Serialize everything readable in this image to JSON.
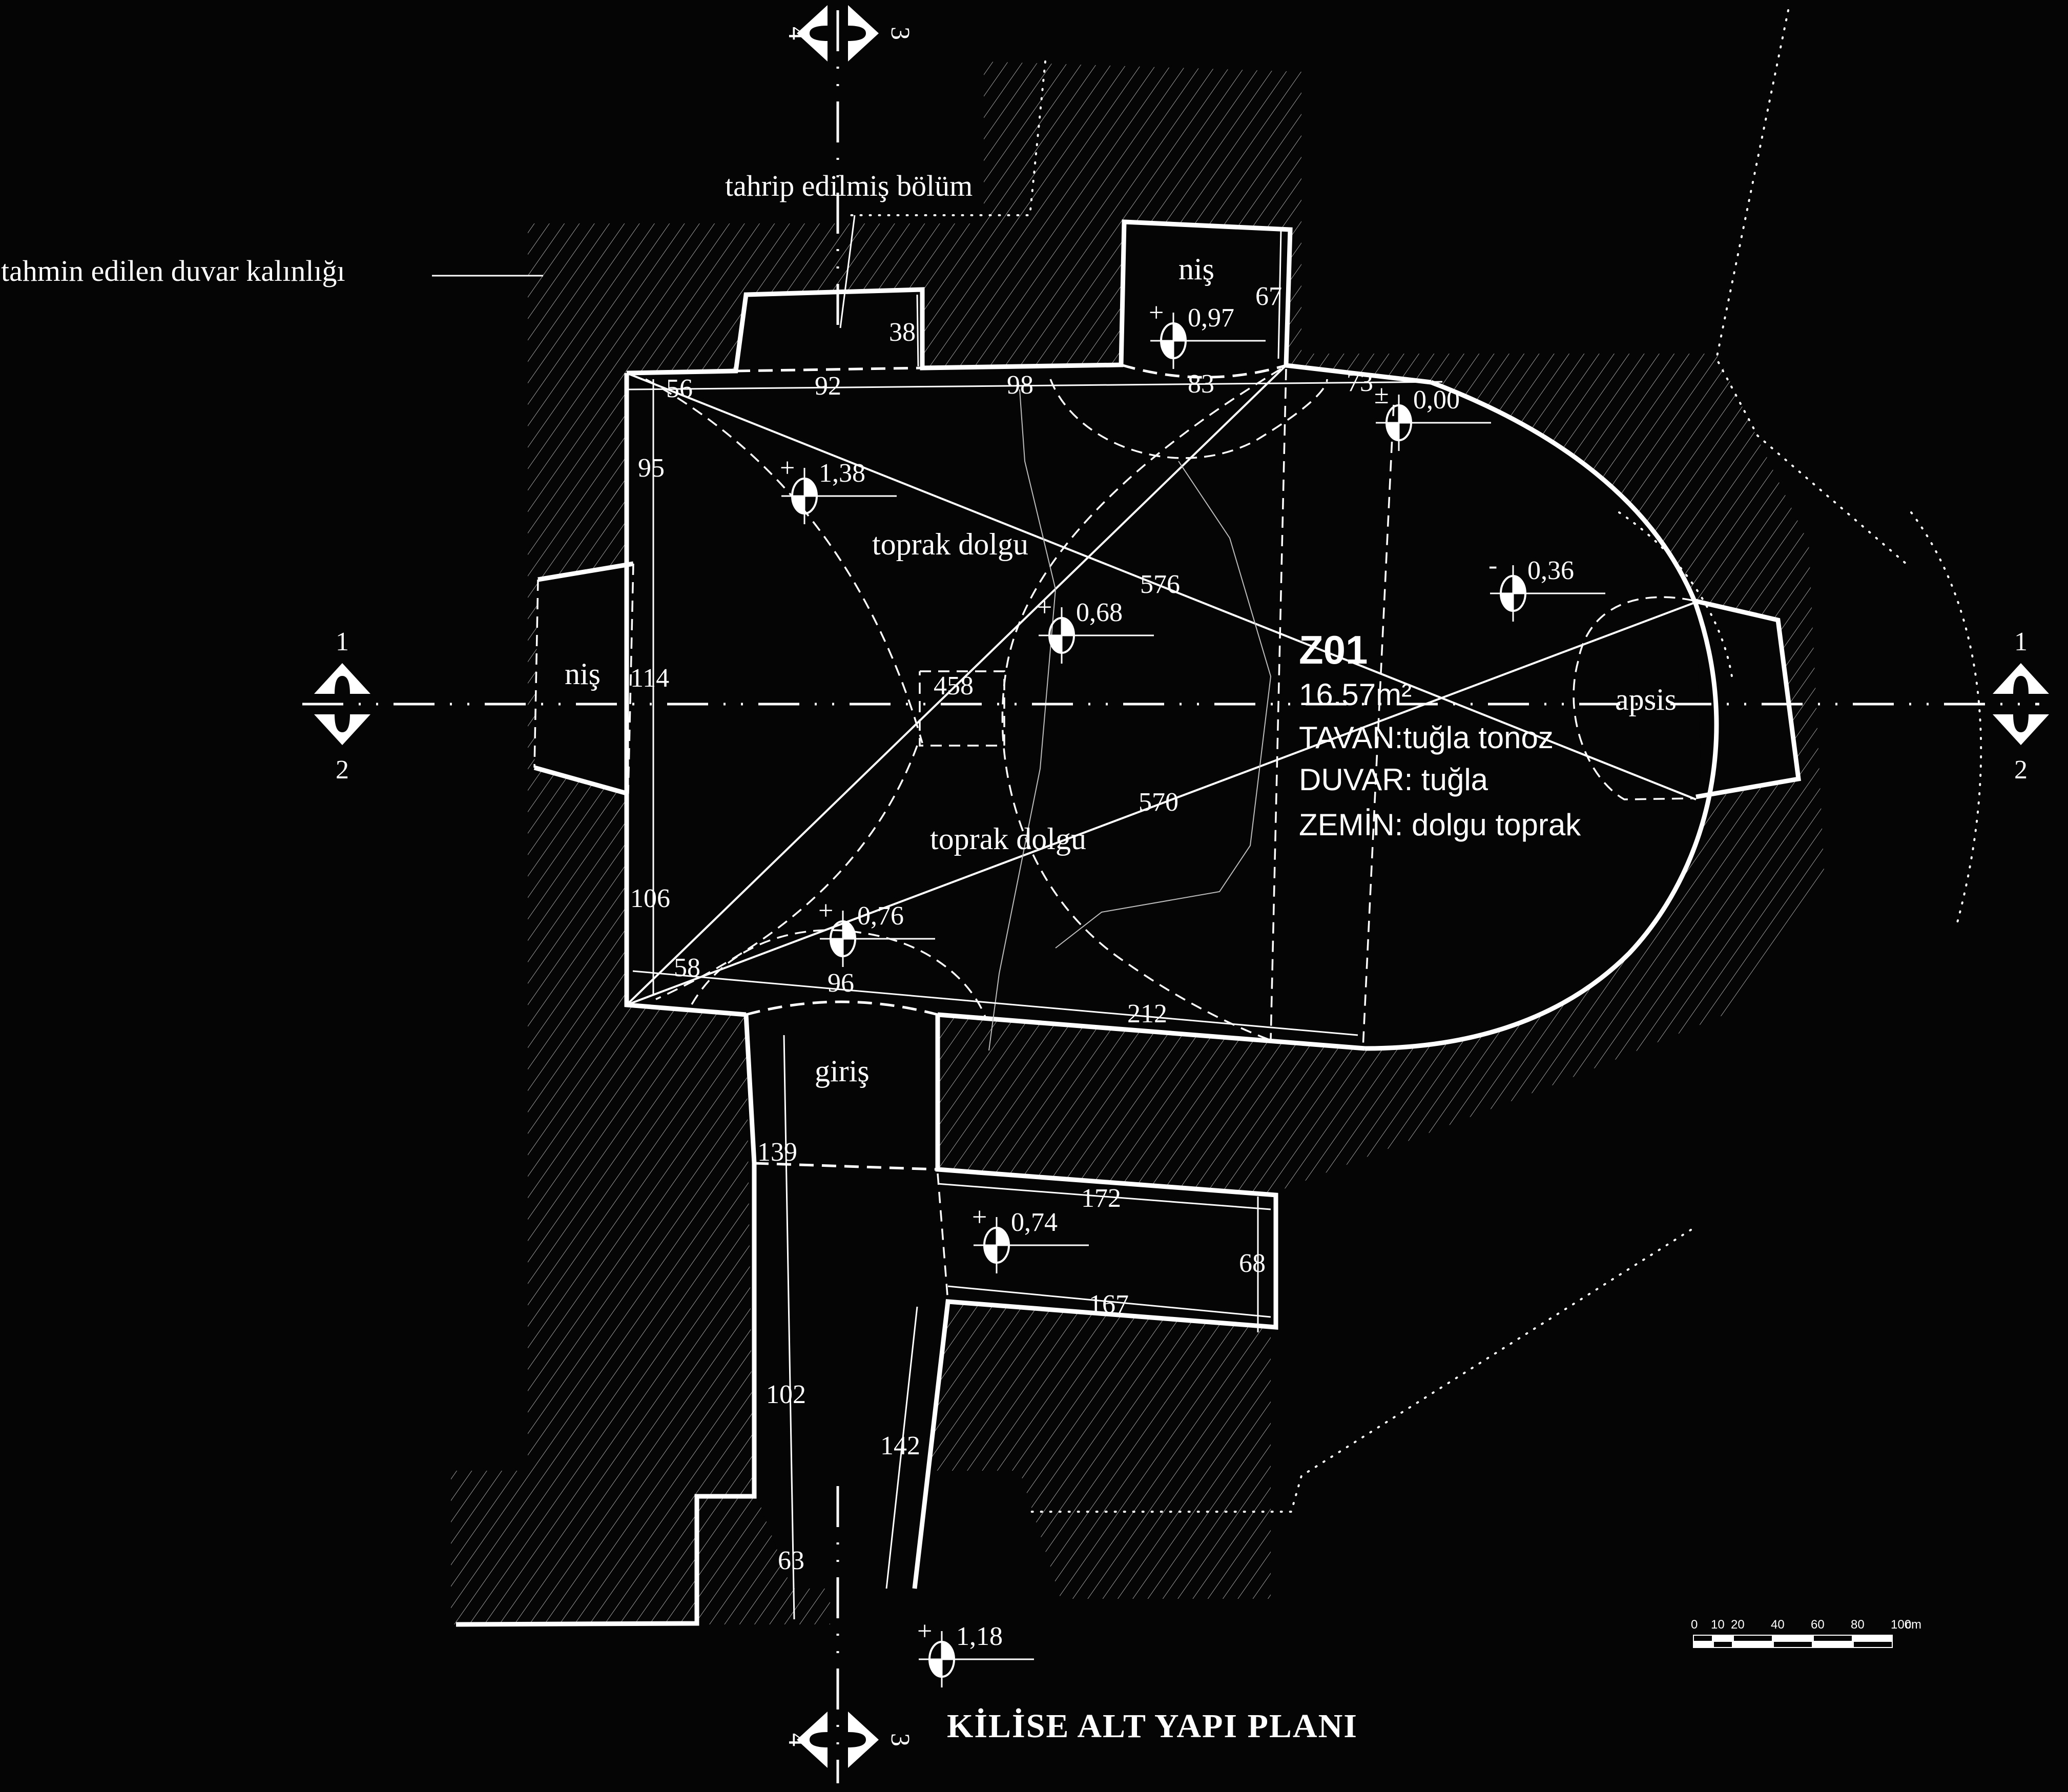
{
  "drawing": {
    "title": "KİLİSE ALT YAPI  PLANI",
    "colors": {
      "background": "#050505",
      "lines": "#ffffff",
      "hatch": "#9a9a9a"
    }
  },
  "annotations": {
    "destroyed_section": "tahrip edilmiş bölüm",
    "estimated_wall": "tahmin edilen duvar kalınlığı"
  },
  "rooms": {
    "nis_top": "niş",
    "nis_left": "niş",
    "apse": "apsis",
    "entrance": "giriş",
    "fill_upper": "toprak dolgu",
    "fill_lower": "toprak dolgu"
  },
  "space_info": {
    "code": "Z01",
    "area": "16.57m²",
    "ceiling": "TAVAN:tuğla tonoz",
    "wall": "DUVAR: tuğla",
    "floor": "ZEMİN: dolgu toprak"
  },
  "levels": [
    {
      "sign": "+",
      "value": "0,97"
    },
    {
      "sign": "±",
      "value": "0,00"
    },
    {
      "sign": "+",
      "value": "1,38"
    },
    {
      "sign": "+",
      "value": "0,68"
    },
    {
      "sign": "-",
      "value": "0,36"
    },
    {
      "sign": "+",
      "value": "0,76"
    },
    {
      "sign": "+",
      "value": "0,74"
    },
    {
      "sign": "+",
      "value": "1,18"
    }
  ],
  "dimensions": {
    "top_56": "56",
    "top_92": "92",
    "top_98": "98",
    "top_83": "83",
    "top_73": "73",
    "nis_38": "38",
    "nis_67": "67",
    "left_95": "95",
    "left_114": "114",
    "left_106": "106",
    "bottom_58": "58",
    "bottom_96": "96",
    "bottom_212": "212",
    "diag_576": "576",
    "diag_570": "570",
    "center_458": "458",
    "entry_139": "139",
    "entry_102": "102",
    "entry_63": "63",
    "entry_142": "142",
    "room_172": "172",
    "room_167": "167",
    "room_68": "68"
  },
  "section_markers": {
    "left": {
      "top": "1",
      "bottom": "2"
    },
    "right": {
      "top": "1",
      "bottom": "2"
    },
    "top": {
      "left": "4",
      "right": "3"
    },
    "bottom": {
      "left": "4",
      "right": "3"
    }
  },
  "scale_bar": {
    "labels": [
      "0",
      "10",
      "20",
      "40",
      "60",
      "80",
      "100"
    ],
    "unit": "cm"
  }
}
